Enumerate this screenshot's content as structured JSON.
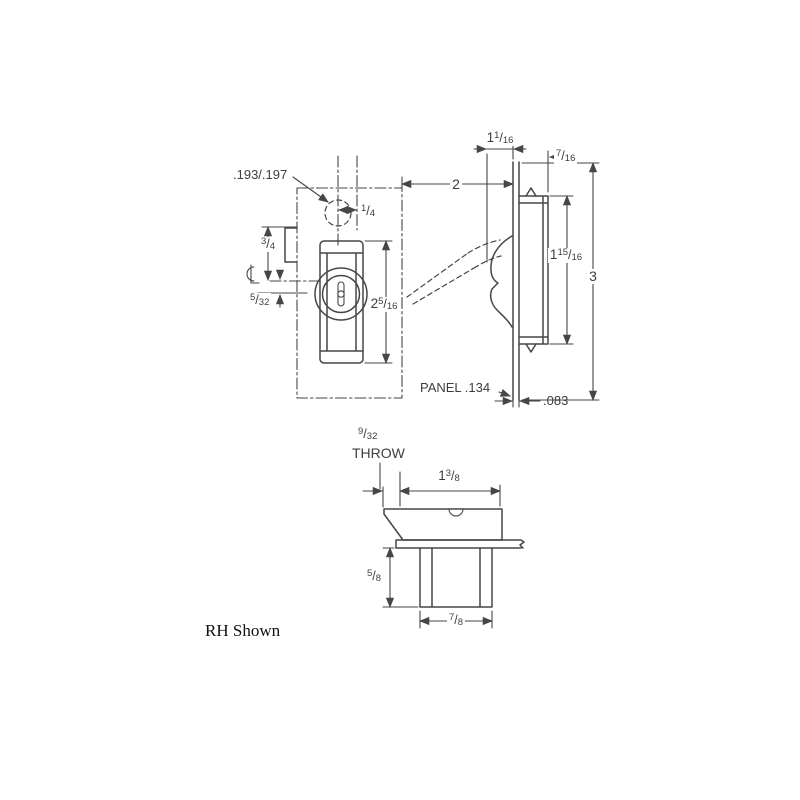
{
  "colors": {
    "line": "#464646",
    "text": "#3d3d3d",
    "caption": "#111111"
  },
  "front_view": {
    "hole_diameter": ".193/.197",
    "hole_offset": {
      "num": "1",
      "den": "4"
    },
    "notch_to_center": {
      "num": "3",
      "den": "4"
    },
    "center_offset": {
      "num": "5",
      "den": "32"
    },
    "body_height": {
      "whole": "2",
      "num": "5",
      "den": "16"
    },
    "depth_to_panel": "2"
  },
  "side_view": {
    "front_projection": {
      "whole": "1",
      "num": "1",
      "den": "16"
    },
    "rear_projection": {
      "num": "7",
      "den": "16"
    },
    "body_height": {
      "whole": "1",
      "num": "15",
      "den": "16"
    },
    "overall_height": "3",
    "panel_thickness_label": "PANEL .134",
    "clip_gap": ".083"
  },
  "bottom_view": {
    "throw_value": {
      "num": "9",
      "den": "32"
    },
    "throw_label": "THROW",
    "latch_length": {
      "whole": "1",
      "num": "3",
      "den": "8"
    },
    "body_depth": {
      "num": "5",
      "den": "8"
    },
    "cylinder_width": {
      "num": "7",
      "den": "8"
    }
  },
  "caption": "RH Shown"
}
